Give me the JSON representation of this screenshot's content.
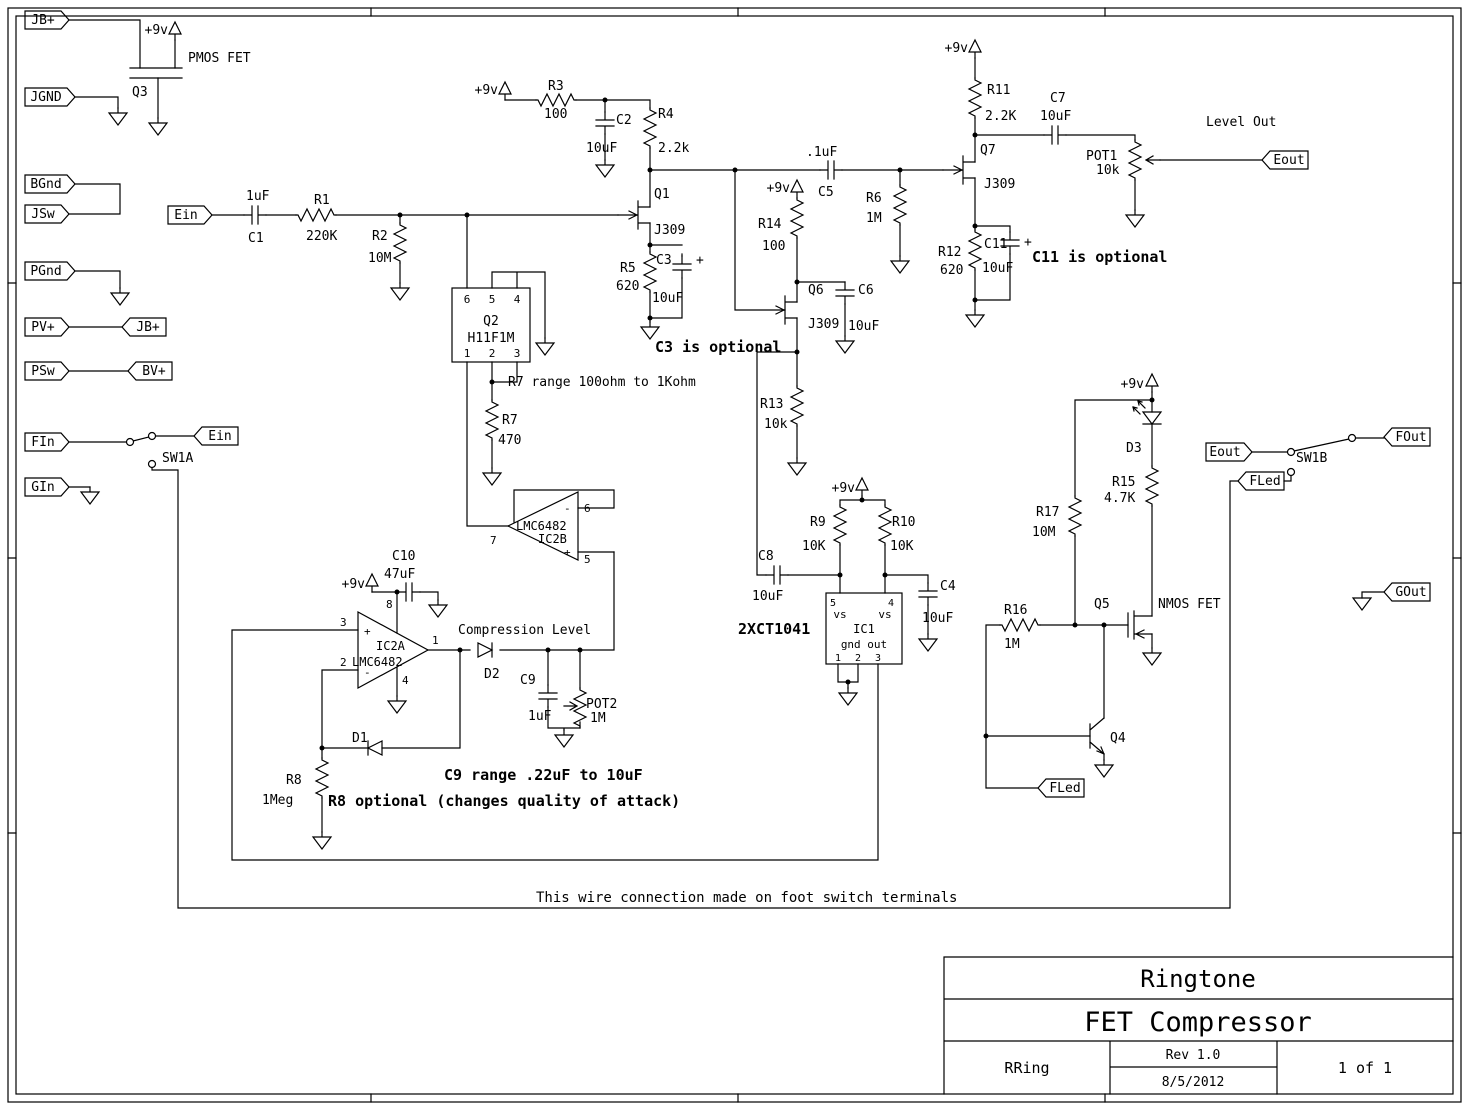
{
  "palette": {
    "ink": "#000000",
    "bg": "#ffffff"
  },
  "power": {
    "v9": "+9v"
  },
  "symbols": {
    "plus": "+",
    "minus": "-"
  },
  "connectors": {
    "jb_plus": "JB+",
    "jgnd": "JGND",
    "bgnd": "BGnd",
    "jsw": "JSw",
    "pgnd": "PGnd",
    "pv_plus": "PV+",
    "psw": "PSw",
    "bv_plus": "BV+",
    "fin": "FIn",
    "gin": "GIn",
    "ein": "Ein",
    "eout": "Eout",
    "fout": "FOut",
    "fled": "FLed",
    "gout": "GOut"
  },
  "resistors": {
    "r1": {
      "ref": "R1",
      "value": "220K"
    },
    "r2": {
      "ref": "R2",
      "value": "10M"
    },
    "r3": {
      "ref": "R3",
      "value": "100"
    },
    "r4": {
      "ref": "R4",
      "value": "2.2k"
    },
    "r5": {
      "ref": "R5",
      "value": "620"
    },
    "r6": {
      "ref": "R6",
      "value": "1M"
    },
    "r7": {
      "ref": "R7",
      "value": "470"
    },
    "r8": {
      "ref": "R8",
      "value": "1Meg"
    },
    "r9": {
      "ref": "R9",
      "value": "10K"
    },
    "r10": {
      "ref": "R10",
      "value": "10K"
    },
    "r11": {
      "ref": "R11",
      "value": "2.2K"
    },
    "r12": {
      "ref": "R12",
      "value": "620"
    },
    "r13": {
      "ref": "R13",
      "value": "10k"
    },
    "r14": {
      "ref": "R14",
      "value": "100"
    },
    "r15": {
      "ref": "R15",
      "value": "4.7K"
    },
    "r16": {
      "ref": "R16",
      "value": "1M"
    },
    "r17": {
      "ref": "R17",
      "value": "10M"
    }
  },
  "capacitors": {
    "c1": {
      "ref": "C1",
      "value": "1uF"
    },
    "c2": {
      "ref": "C2",
      "value": "10uF"
    },
    "c3": {
      "ref": "C3",
      "value": "10uF"
    },
    "c4": {
      "ref": "C4",
      "value": "10uF"
    },
    "c5": {
      "ref": "C5",
      "value": ".1uF"
    },
    "c6": {
      "ref": "C6",
      "value": "10uF"
    },
    "c7": {
      "ref": "C7",
      "value": "10uF"
    },
    "c8": {
      "ref": "C8",
      "value": "10uF"
    },
    "c9": {
      "ref": "C9",
      "value": "1uF"
    },
    "c10": {
      "ref": "C10",
      "value": "47uF"
    },
    "c11": {
      "ref": "C11",
      "value": "10uF"
    }
  },
  "pots": {
    "pot1": {
      "ref": "POT1",
      "value": "10k"
    },
    "pot2": {
      "ref": "POT2",
      "value": "1M"
    }
  },
  "diodes": {
    "d1": {
      "ref": "D1"
    },
    "d2": {
      "ref": "D2"
    },
    "d3": {
      "ref": "D3"
    }
  },
  "transistors": {
    "q1": {
      "ref": "Q1",
      "part": "J309"
    },
    "q2": {
      "ref": "Q2",
      "part": "H11F1M",
      "pins": {
        "p1": "1",
        "p2": "2",
        "p3": "3",
        "p4": "4",
        "p5": "5",
        "p6": "6"
      }
    },
    "q3": {
      "ref": "Q3",
      "part": "PMOS FET"
    },
    "q4": {
      "ref": "Q4"
    },
    "q5": {
      "ref": "Q5",
      "part": "NMOS FET"
    },
    "q6": {
      "ref": "Q6",
      "part": "J309"
    },
    "q7": {
      "ref": "Q7",
      "part": "J309"
    }
  },
  "opamps": {
    "ic2a": {
      "ref": "IC2A",
      "part": "LMC6482",
      "pins": {
        "p1": "1",
        "p2": "2",
        "p3": "3",
        "p4": "4",
        "p8": "8"
      }
    },
    "ic2b": {
      "ref": "IC2B",
      "part": "LMC6482",
      "pins": {
        "p5": "5",
        "p6": "6",
        "p7": "7"
      }
    }
  },
  "ic1": {
    "ref": "IC1",
    "part": "2XCT1041",
    "vs": "vs",
    "gnd_out": "gnd out",
    "pins": {
      "p1": "1",
      "p2": "2",
      "p3": "3",
      "p4": "4",
      "p5": "5"
    }
  },
  "switches": {
    "sw1a": "SW1A",
    "sw1b": "SW1B"
  },
  "notes": {
    "level_out": "Level Out",
    "compression_level": "Compression Level",
    "c3_optional": "C3 is optional",
    "c11_optional": "C11 is optional",
    "r7_range": "R7 range 100ohm to 1Kohm",
    "c9_range": "C9 range .22uF to 10uF",
    "r8_optional": "R8 optional (changes quality of attack)",
    "footswitch": "This wire connection made on foot switch terminals"
  },
  "title_block": {
    "company": "Ringtone",
    "title": "FET Compressor",
    "author": "RRing",
    "rev": "Rev 1.0",
    "date": "8/5/2012",
    "sheet": "1 of 1"
  }
}
